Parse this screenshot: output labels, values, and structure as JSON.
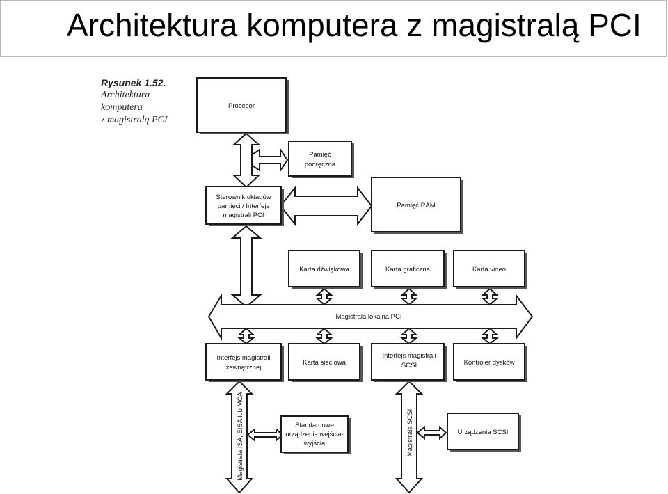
{
  "header": {
    "title": "Architektura komputera z magistralą PCI"
  },
  "figure": {
    "number": "Rysunek 1.52.",
    "caption_lines": [
      "Architektura",
      "komputera",
      "z magistralą PCI"
    ]
  },
  "blocks": {
    "procesor": [
      "Procesor"
    ],
    "cache": [
      "Pamięć",
      "podręczna"
    ],
    "controller": [
      "Sterownik układów",
      "pamięci / Interfejs",
      "magistrali PCI"
    ],
    "ram": [
      "Pamięć RAM"
    ],
    "sound": [
      "Karta dźwiękowa"
    ],
    "graphics": [
      "Karta graficzna"
    ],
    "video": [
      "Karta video"
    ],
    "ext_iface": [
      "Interfejs magistrali",
      "zewnętrznej"
    ],
    "network": [
      "Karta sieciowa"
    ],
    "scsi_iface": [
      "Interfejs magistrali",
      "SCSI"
    ],
    "disk": [
      "Kontroler dysków"
    ],
    "io": [
      "Standardowe",
      "urządzenia wejścia-",
      "wyjścia"
    ],
    "scsi_dev": [
      "Urządzenia SCSI"
    ]
  },
  "buses": {
    "pci": "Magistrala lokalna PCI",
    "isa": "Magistrala ISA, EISA lub MCA",
    "scsi": "Magistrala SCSI"
  }
}
